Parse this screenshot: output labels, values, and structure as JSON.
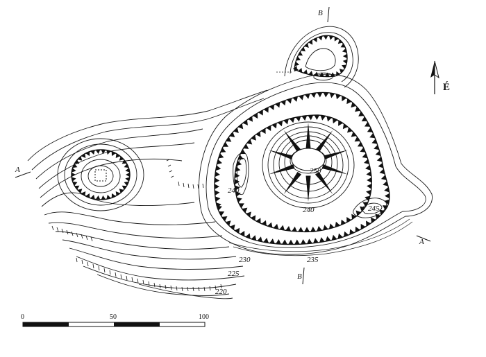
{
  "north": {
    "label": "É",
    "icon": "north-arrow-icon"
  },
  "sections": {
    "a_west": "A",
    "a_east": "A",
    "b_north": "B",
    "b_south": "B"
  },
  "contours": {
    "c250": "250",
    "c245": "245",
    "c240_inner": "240",
    "c240_west": "240",
    "c235": "235",
    "c230": "230",
    "c225": "225",
    "c220": "220"
  },
  "scale_bar": {
    "labels": [
      "0",
      "50",
      "100"
    ],
    "unit_note": ""
  },
  "colors": {
    "ink": "#111111",
    "paper": "#ffffff"
  }
}
